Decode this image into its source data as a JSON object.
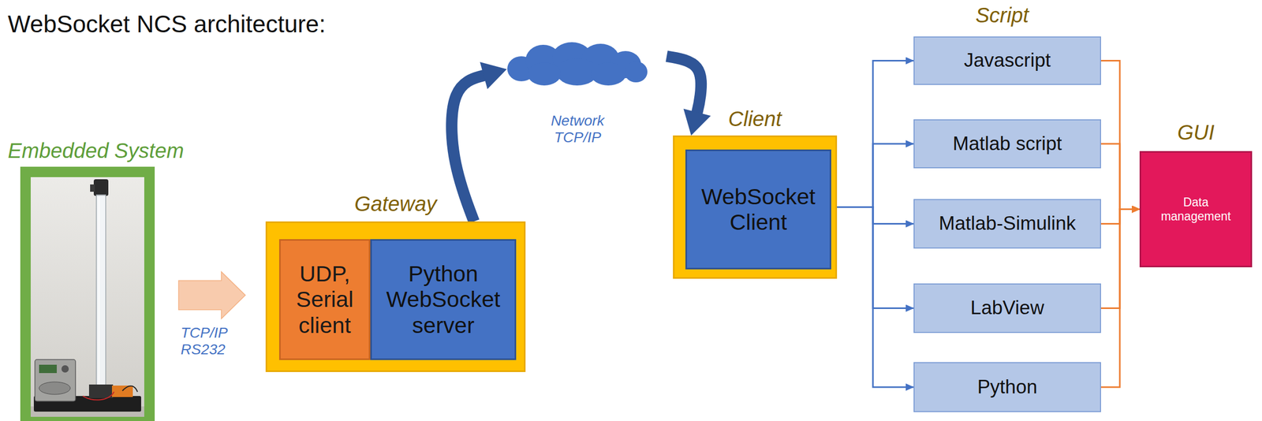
{
  "diagram": {
    "title": "WebSocket NCS architecture:",
    "nodes": [
      {
        "text": [
          "Embedded System"
        ]
      },
      {
        "text": [
          "Gateway"
        ]
      },
      {
        "text": [
          "UDP, Serial client"
        ],
        "in": 1
      },
      {
        "text": [
          "Python WebSocket server"
        ],
        "in": 1
      },
      {
        "text": [
          "Network TCP/IP"
        ]
      },
      {
        "text": [
          "Client"
        ]
      },
      {
        "text": [
          "WebSocket Client"
        ],
        "in": 5
      },
      {
        "text": [
          "Javascript"
        ]
      },
      {
        "text": [
          "Matlab script"
        ]
      },
      {
        "text": [
          "Matlab-Simulink"
        ]
      },
      {
        "text": [
          "LabView"
        ]
      },
      {
        "text": [
          "Python"
        ]
      },
      {
        "text": [
          "GUI",
          "Data management"
        ]
      }
    ],
    "edges": [
      {
        "from": 0,
        "to": 1,
        "arrow": "to",
        "label": "TCP/IP RS232"
      },
      {
        "from": 1,
        "to": 4,
        "arrow": "to"
      },
      {
        "from": 4,
        "to": 5,
        "arrow": "to"
      },
      {
        "from": 5,
        "to": 7,
        "arrow": "to"
      },
      {
        "from": 5,
        "to": 8,
        "arrow": "to"
      },
      {
        "from": 5,
        "to": 9,
        "arrow": "to"
      },
      {
        "from": 5,
        "to": 10,
        "arrow": "to"
      },
      {
        "from": 5,
        "to": 11,
        "arrow": "to"
      },
      {
        "from": 7,
        "to": 12,
        "arrow": "to"
      },
      {
        "from": 8,
        "to": 12,
        "arrow": "to"
      },
      {
        "from": 9,
        "to": 12,
        "arrow": "to"
      },
      {
        "from": 10,
        "to": 12,
        "arrow": "to"
      },
      {
        "from": 11,
        "to": 12,
        "arrow": "to"
      }
    ],
    "labels": [
      "Script"
    ]
  }
}
